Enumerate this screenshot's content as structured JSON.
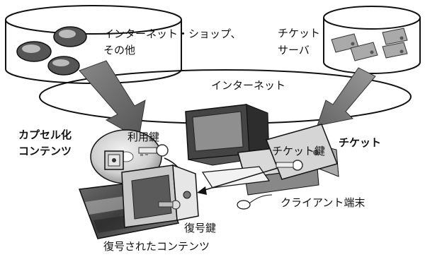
{
  "labels": {
    "internet_shop_line1": "インターネット・ショップ、",
    "internet_shop_line2": "その他",
    "ticket_server_line1": "チケット",
    "ticket_server_line2": "サーバ",
    "internet": "インターネット",
    "capsule_content_line1": "カプセル化",
    "capsule_content_line2": "コンテンツ",
    "usage_key": "利用鍵",
    "ticket_key": "チケット鍵",
    "ticket": "チケット",
    "client_terminal": "クライアント端末",
    "decryption_key": "復号鍵",
    "decrypted_content": "復号されたコンテンツ"
  }
}
